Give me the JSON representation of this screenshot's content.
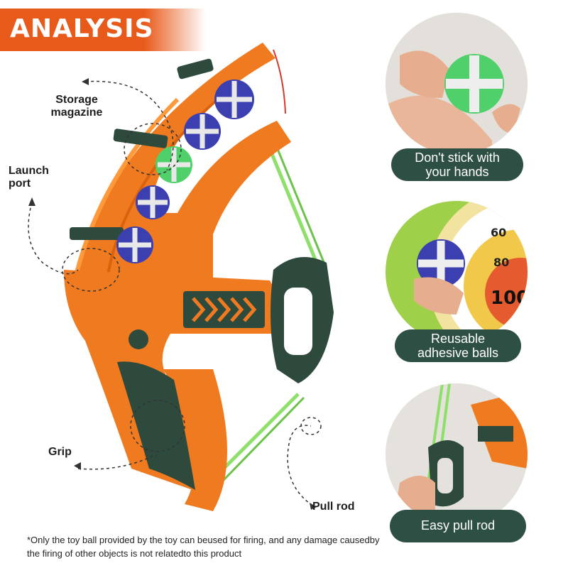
{
  "banner": {
    "title": "ANALYSIS",
    "color": "#e85a1a"
  },
  "callouts": {
    "storage_magazine": "Storage\nmagazine",
    "launch_port": "Launch\nport",
    "grip": "Grip",
    "pull_rod": "Pull rod"
  },
  "features": [
    {
      "label_line1": "Don't stick with",
      "label_line2": "your hands"
    },
    {
      "label_line1": "Reusable",
      "label_line2": "adhesive balls"
    },
    {
      "label": "Easy pull rod"
    }
  ],
  "target_scores": [
    "60",
    "80",
    "100"
  ],
  "footnote": "*Only the toy ball provided by the toy can   beused for firing, and any damage causedby  the firing of other objects is not relatedto   this product",
  "colors": {
    "toy_orange": "#f07a1f",
    "toy_dark_green": "#2d4a3c",
    "string_green": "#8ee06a",
    "badge_green": "#2e4f44"
  }
}
